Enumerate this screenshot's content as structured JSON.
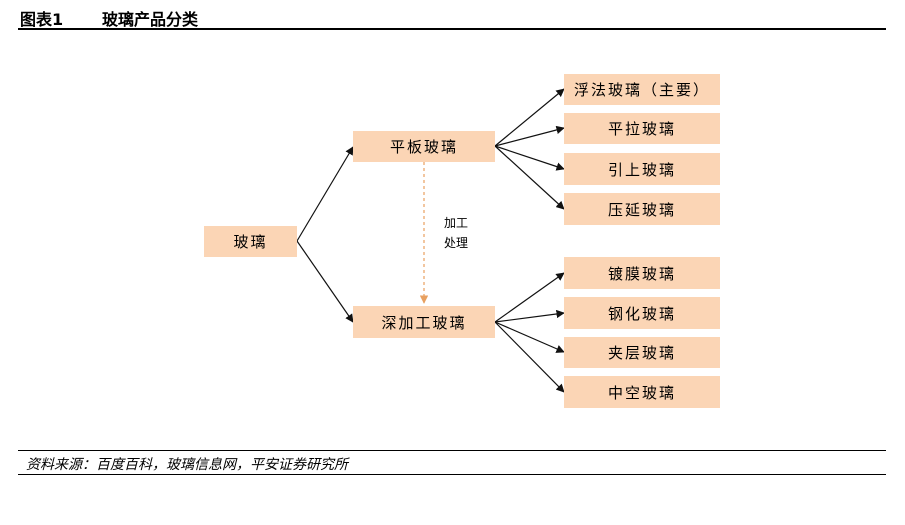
{
  "figure": {
    "number": "图表1",
    "title": "玻璃产品分类"
  },
  "diagram": {
    "root": "玻璃",
    "flat": "平板玻璃",
    "deep": "深加工玻璃",
    "process_label_line1": "加工",
    "process_label_line2": "处理",
    "flat_children": [
      "浮法玻璃（主要）",
      "平拉玻璃",
      "引上玻璃",
      "压延玻璃"
    ],
    "deep_children": [
      "镀膜玻璃",
      "钢化玻璃",
      "夹层玻璃",
      "中空玻璃"
    ],
    "node_color": "#fbd5b5",
    "dashed_arrow_color": "#e8a060"
  },
  "source": "资料来源：百度百科，玻璃信息网，平安证券研究所"
}
